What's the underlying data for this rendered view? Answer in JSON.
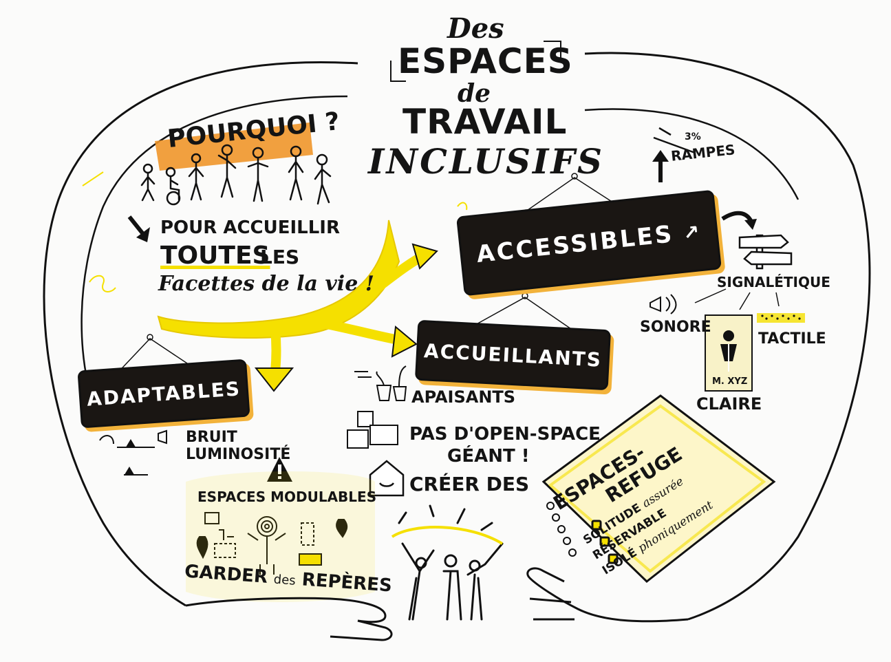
{
  "title": {
    "des": "Des",
    "espaces": "ESPACES",
    "de": "de",
    "travail": "TRAVAIL",
    "inclusifs": "INCLUSIFS"
  },
  "pourquoi": {
    "label": "POURQUOI ?",
    "line1": "POUR ACCUEILLIR",
    "toutes": "TOUTES",
    "les": "LES",
    "line3": "Facettes de la vie !"
  },
  "signs": {
    "accessibles": "ACCESSIBLES",
    "accueillants": "ACCUEILLANTS",
    "adaptables": "ADAPTABLES"
  },
  "accessibles": {
    "ramp_percent": "3%",
    "rampes": "RAMPES",
    "signaletique": "SIGNALÉTIQUE",
    "sonore": "SONORE",
    "tactile": "TACTILE",
    "door_label": "M. XYZ",
    "claire": "CLAIRE"
  },
  "accueillants": {
    "apaisants": "APAISANTS",
    "open_space_1": "PAS D'OPEN-SPACE",
    "open_space_2": "GÉANT !",
    "creer": "CRÉER DES"
  },
  "refuge": {
    "title1": "ESPACES-",
    "title2": "REFUGE",
    "item1_a": "SOLITUDE",
    "item1_b": "assurée",
    "item2": "RÉSERVABLE",
    "item3_a": "ISOLÉ",
    "item3_b": "phoniquement"
  },
  "adaptables": {
    "bruit": "BRUIT",
    "luminosite": "LUMINOSITÉ",
    "modulables": "ESPACES MODULABLES",
    "garder_a": "GARDER",
    "garder_b": "des",
    "garder_c": "REPÈRES"
  },
  "colors": {
    "accent": "#f5e000",
    "orange": "#f0962a",
    "ink": "#141414",
    "sign": "#1a1613",
    "sign_shadow": "#f2b23a"
  }
}
